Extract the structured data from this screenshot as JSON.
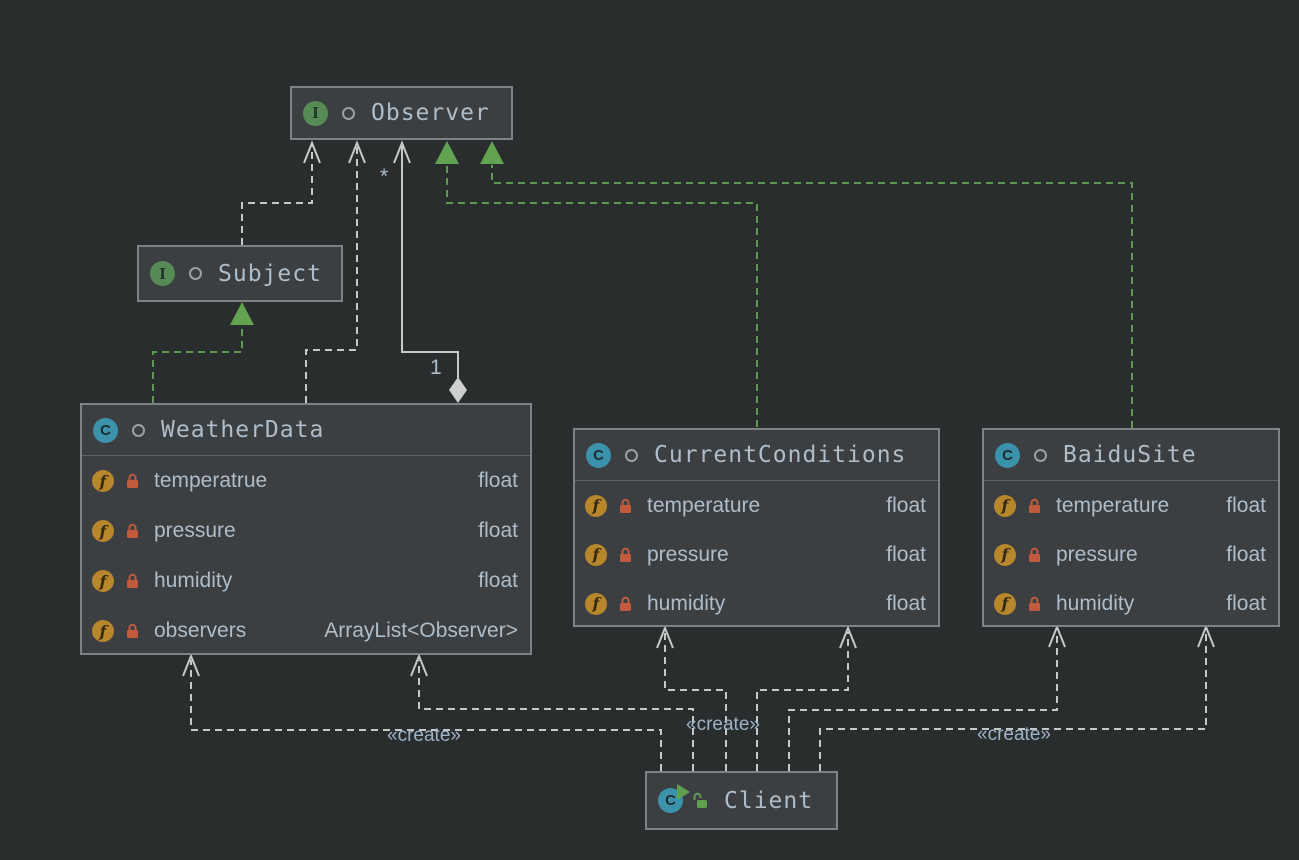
{
  "diagram_title": "Observer pattern UML class diagram",
  "colors": {
    "canvas_bg": "#2A2D2E",
    "node_bg": "#3C3F41",
    "node_border": "#7E8284",
    "text": "#AEBDC9",
    "realization_green": "#5C9B4F",
    "dependency_gray": "#C6C9CA",
    "interface_icon_green": "#568B56",
    "class_icon_blue": "#3B93AB",
    "field_icon_gold": "#B8862B",
    "lock_red": "#C25B3E",
    "lock_green_open": "#5FA050"
  },
  "icons": {
    "interface_glyph": "I",
    "class_glyph": "C",
    "field_glyph": "f"
  },
  "labels": {
    "star": "*",
    "one": "1",
    "create": "«create»"
  },
  "nodes": {
    "observer": {
      "kind": "interface",
      "name": "Observer"
    },
    "subject": {
      "kind": "interface",
      "name": "Subject"
    },
    "weatherData": {
      "kind": "class",
      "name": "WeatherData",
      "fields": [
        {
          "name": "temperatrue",
          "type": "float"
        },
        {
          "name": "pressure",
          "type": "float"
        },
        {
          "name": "humidity",
          "type": "float"
        },
        {
          "name": "observers",
          "type": "ArrayList<Observer>"
        }
      ]
    },
    "currentConditions": {
      "kind": "class",
      "name": "CurrentConditions",
      "fields": [
        {
          "name": "temperature",
          "type": "float"
        },
        {
          "name": "pressure",
          "type": "float"
        },
        {
          "name": "humidity",
          "type": "float"
        }
      ]
    },
    "baiduSite": {
      "kind": "class",
      "name": "BaiduSite",
      "fields": [
        {
          "name": "temperature",
          "type": "float"
        },
        {
          "name": "pressure",
          "type": "float"
        },
        {
          "name": "humidity",
          "type": "float"
        }
      ]
    },
    "client": {
      "kind": "runnable-class",
      "name": "Client"
    }
  },
  "edges": [
    {
      "from": "Subject",
      "to": "Observer",
      "type": "dashed-dependency"
    },
    {
      "from": "WeatherData",
      "to": "Observer",
      "type": "dashed-dependency"
    },
    {
      "from": "WeatherData",
      "to": "Observer",
      "type": "aggregation",
      "source_multiplicity": "1",
      "target_multiplicity": "*"
    },
    {
      "from": "WeatherData",
      "to": "Subject",
      "type": "realization"
    },
    {
      "from": "CurrentConditions",
      "to": "Observer",
      "type": "realization"
    },
    {
      "from": "BaiduSite",
      "to": "Observer",
      "type": "realization"
    },
    {
      "from": "Client",
      "to": "WeatherData",
      "type": "create-dependency",
      "label": "«create»"
    },
    {
      "from": "Client",
      "to": "WeatherData",
      "type": "create-dependency",
      "label": "«create»"
    },
    {
      "from": "Client",
      "to": "CurrentConditions",
      "type": "create-dependency",
      "label": "«create»"
    },
    {
      "from": "Client",
      "to": "CurrentConditions",
      "type": "create-dependency",
      "label": "«create»"
    },
    {
      "from": "Client",
      "to": "BaiduSite",
      "type": "create-dependency",
      "label": "«create»"
    },
    {
      "from": "Client",
      "to": "BaiduSite",
      "type": "create-dependency",
      "label": "«create»"
    }
  ]
}
